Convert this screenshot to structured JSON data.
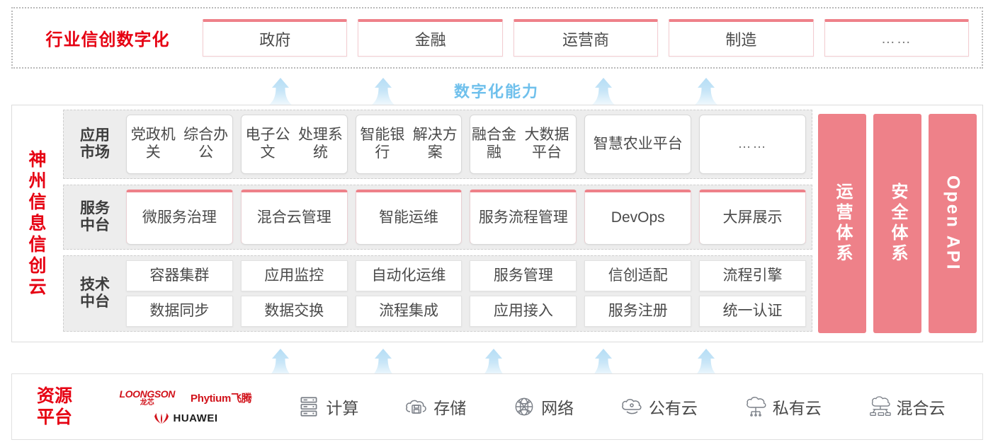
{
  "industry": {
    "title": "行业信创数字化",
    "cards": [
      {
        "label": "政府"
      },
      {
        "label": "金融"
      },
      {
        "label": "运营商"
      },
      {
        "label": "制造"
      },
      {
        "label": "……"
      }
    ]
  },
  "capability": {
    "label": "数字化能力",
    "arrow_count_top": 4,
    "arrow_count_bottom": 5
  },
  "cloud": {
    "title": "神州信息信创云",
    "title_chars": [
      "神",
      "州",
      "信",
      "息",
      "信",
      "创",
      "云"
    ],
    "tiers": [
      {
        "label": "应用市场",
        "label_lines": [
          "应用",
          "市场"
        ],
        "style": "plain",
        "cells": [
          {
            "lines": [
              "党政机关",
              "综合办公"
            ]
          },
          {
            "lines": [
              "电子公文",
              "处理系统"
            ]
          },
          {
            "lines": [
              "智能银行",
              "解决方案"
            ]
          },
          {
            "lines": [
              "融合金融",
              "大数据平台"
            ]
          },
          {
            "lines": [
              "智慧农业",
              "平台"
            ]
          },
          {
            "lines": [
              "……"
            ],
            "dots": true
          }
        ]
      },
      {
        "label": "服务中台",
        "label_lines": [
          "服务",
          "中台"
        ],
        "style": "accent",
        "cells": [
          {
            "lines": [
              "微服务",
              "治理"
            ]
          },
          {
            "lines": [
              "混合云",
              "管理"
            ]
          },
          {
            "lines": [
              "智能运维"
            ]
          },
          {
            "lines": [
              "服务流程",
              "管理"
            ]
          },
          {
            "lines": [
              "DevOps"
            ]
          },
          {
            "lines": [
              "大屏展示"
            ]
          }
        ]
      },
      {
        "label": "技术中台",
        "label_lines": [
          "技术",
          "中台"
        ],
        "style": "flat",
        "rows": [
          [
            "容器集群",
            "应用监控",
            "自动化运维",
            "服务管理",
            "信创适配",
            "流程引擎"
          ],
          [
            "数据同步",
            "数据交换",
            "流程集成",
            "应用接入",
            "服务注册",
            "统一认证"
          ]
        ]
      }
    ],
    "pillars": [
      {
        "label": "运营体系",
        "mode": "upright"
      },
      {
        "label": "安全体系",
        "mode": "upright"
      },
      {
        "label": "Open API",
        "mode": "rotated"
      }
    ]
  },
  "resource": {
    "title": "资源平台",
    "title_lines": [
      "资源",
      "平台"
    ],
    "vendors": [
      {
        "name": "LOONGSON",
        "cn": "龙芯",
        "key": "loongson"
      },
      {
        "name": "Phytium飞腾",
        "key": "phytium"
      },
      {
        "name": "HUAWEI",
        "key": "huawei"
      }
    ],
    "items": [
      {
        "label": "计算",
        "icon": "server-icon"
      },
      {
        "label": "存储",
        "icon": "cloud-storage-icon"
      },
      {
        "label": "网络",
        "icon": "network-globe-icon"
      },
      {
        "label": "公有云",
        "icon": "public-cloud-icon"
      },
      {
        "label": "私有云",
        "icon": "private-cloud-icon"
      },
      {
        "label": "混合云",
        "icon": "hybrid-cloud-icon"
      }
    ]
  },
  "colors": {
    "brand_red": "#E60012",
    "pink": "#EE8189",
    "arrow_blue": "#b5ddf5",
    "capability_blue": "#6fc0ec",
    "tier_bg": "#ededed"
  }
}
